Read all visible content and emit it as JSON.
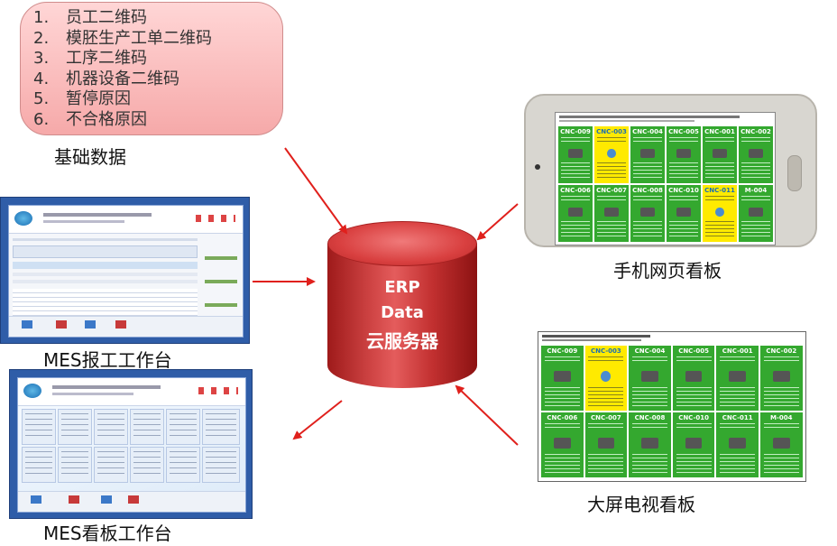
{
  "basic_data": {
    "items": [
      {
        "num": "1.",
        "label": "员工二维码"
      },
      {
        "num": "2.",
        "label": "模胚生产工单二维码"
      },
      {
        "num": "3.",
        "label": "工序二维码"
      },
      {
        "num": "4.",
        "label": "机器设备二维码"
      },
      {
        "num": "5.",
        "label": "暂停原因"
      },
      {
        "num": "6.",
        "label": "不合格原因"
      }
    ],
    "caption": "基础数据"
  },
  "server": {
    "line1": "ERP",
    "line2": "Data",
    "line3": "云服务器"
  },
  "mes_report": {
    "caption": "MES报工工作台"
  },
  "mes_board": {
    "caption": "MES看板工作台"
  },
  "phone_board": {
    "caption": "手机网页看板"
  },
  "tv_board": {
    "caption": "大屏电视看板"
  },
  "machines": {
    "row1": [
      "CNC-009",
      "CNC-003",
      "CNC-004",
      "CNC-005",
      "CNC-001",
      "CNC-002"
    ],
    "row2": [
      "CNC-006",
      "CNC-007",
      "CNC-008",
      "CNC-010",
      "CNC-011",
      "M-004"
    ]
  },
  "colors": {
    "arrow": "#e0201c",
    "cylinder": "#c62f2f",
    "tile_green": "#34a82f",
    "tile_highlight": "#ffea00",
    "mes_frame": "#2f5da8"
  }
}
